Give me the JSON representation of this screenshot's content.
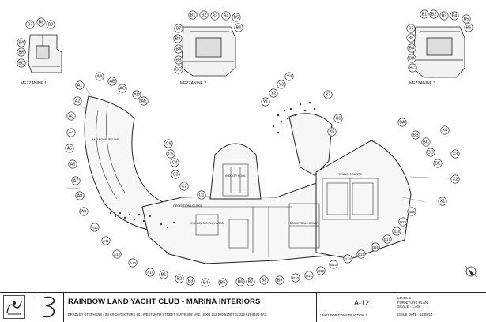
{
  "title": "RAINBOW LAND YACHT CLUB - MARINA INTERIORS",
  "firm_line": "BRADLEY STEPHENS | S3 ARCHITECTURE   601 WEST 26TH STREET SUITE 308 NYC 10001   212 929 5100 TEL   212 929 5105 FAX",
  "sheet_number": "A-121",
  "not_for_construction": "* NOT FOR CONSTRUCTION *",
  "sheet_level": "LEVEL 1",
  "sheet_type": "FURNITURE PLAN",
  "sheet_scale": "SCALE - 1:400",
  "issue_date": "ISSUE DATE : 12/08/10",
  "mezzanines": {
    "m1": "MEZZANINE 1",
    "m2": "MEZZANINE 2",
    "m3": "MEZZANINE 3"
  },
  "rooms": {
    "ballroom": "BALLROOM BELOW",
    "indoor_pool": "INDOOR POOL",
    "reception": "RECEPTION LOUNGE",
    "play_area": "CHILDREN'S PLAY AREA",
    "basketball": "BASKETBALL COURT",
    "tennis": "TENNIS COURTS"
  },
  "grid_labels": {
    "mez1": [
      "B7",
      "B8",
      "B9",
      "BA",
      "BB",
      "BC"
    ],
    "mez2": [
      "B1",
      "B2",
      "B3",
      "B4",
      "B5",
      "B6",
      "B7",
      "B8",
      "BA",
      "BB",
      "BC"
    ],
    "mez3": [
      "B1",
      "B2",
      "B3",
      "B4",
      "B5",
      "B6",
      "B7",
      "B8",
      "BA",
      "BB",
      "BC"
    ],
    "plan": [
      "AA",
      "AB",
      "AC",
      "AD",
      "AE",
      "A1",
      "A2",
      "A3",
      "A4",
      "A5",
      "A6",
      "A7",
      "A8",
      "A9",
      "A10",
      "A11",
      "A12",
      "A13",
      "A14",
      "C1",
      "C2",
      "C3",
      "C4",
      "C5",
      "C6",
      "Y1",
      "Y2",
      "Y3",
      "Y4",
      "X1",
      "X2",
      "X3",
      "X4",
      "X5",
      "X6",
      "X7",
      "BA",
      "BB",
      "BC",
      "BD",
      "BE",
      "B1",
      "B2",
      "B3",
      "B4",
      "B5",
      "B6",
      "B7",
      "B8",
      "B9",
      "B10",
      "B11",
      "B12",
      "B13",
      "B14",
      "B15",
      "B16",
      "B17",
      "B18",
      "B19",
      "B20"
    ]
  }
}
